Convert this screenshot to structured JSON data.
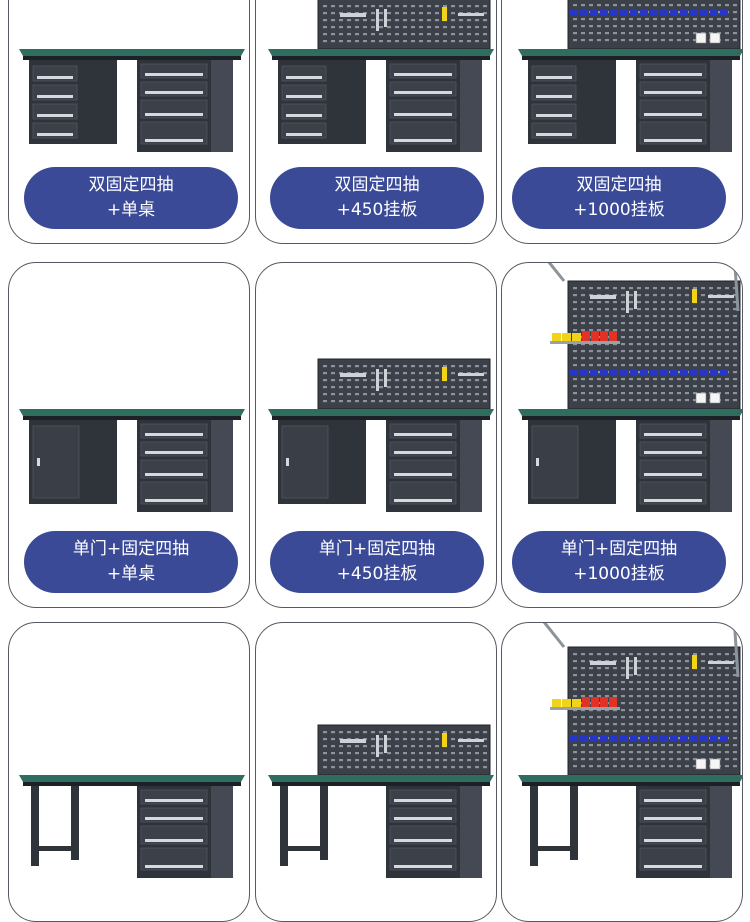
{
  "products": [
    {
      "line1": "双固定四抽",
      "line2": "+单桌",
      "cabinet": "drawers",
      "board": "none"
    },
    {
      "line1": "双固定四抽",
      "line2": "+450挂板",
      "cabinet": "drawers",
      "board": "450"
    },
    {
      "line1": "双固定四抽",
      "line2": "+1000挂板",
      "cabinet": "drawers",
      "board": "1000"
    },
    {
      "line1": "单门+固定四抽",
      "line2": "+单桌",
      "cabinet": "door",
      "board": "none"
    },
    {
      "line1": "单门+固定四抽",
      "line2": "+450挂板",
      "cabinet": "door",
      "board": "450"
    },
    {
      "line1": "单门+固定四抽",
      "line2": "+1000挂板",
      "cabinet": "door",
      "board": "1000"
    },
    {
      "line1": "",
      "line2": "",
      "cabinet": "legs",
      "board": "none"
    },
    {
      "line1": "",
      "line2": "",
      "cabinet": "legs",
      "board": "450"
    },
    {
      "line1": "",
      "line2": "",
      "cabinet": "legs",
      "board": "1000"
    }
  ],
  "colors": {
    "label_bg": "#3a4a97",
    "card_border": "#555a62",
    "top_green": "#2f6e5f",
    "cabinet": "#2f333a",
    "pegboard": "#3b4049",
    "bin_blue": "#2836c8",
    "bin_yellow": "#f1d31a",
    "bin_red": "#e23226"
  }
}
